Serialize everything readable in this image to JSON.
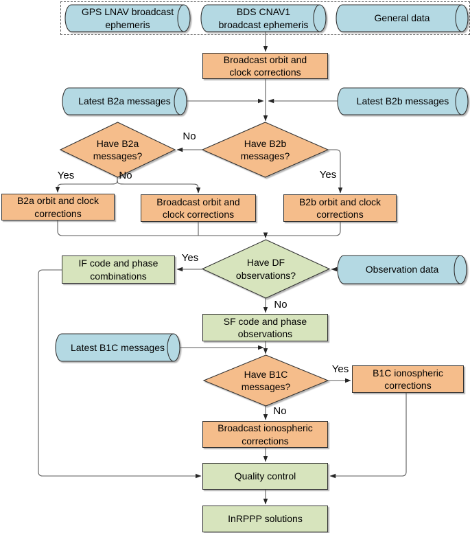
{
  "colors": {
    "data_cylinder_fill": "#b4d9e3",
    "process_fill": "#f5bd8b",
    "result_fill": "#d7e4bd",
    "connector_line": "#5a5a5a",
    "shape_border": "#333333"
  },
  "nodes": {
    "gps_lnav": "GPS LNAV broadcast\nephemeris",
    "bds_cnav1": "BDS CNAV1\nbroadcast ephemeris",
    "general_data": "General data",
    "broadcast_orbit_clock_top": "Broadcast orbit and\nclock corrections",
    "latest_b2a": "Latest B2a messages",
    "latest_b2b": "Latest B2b messages",
    "have_b2a": "Have B2a\nmessages?",
    "have_b2b": "Have B2b\nmessages?",
    "b2a_orbit_clock": "B2a orbit and clock\ncorrections",
    "broadcast_orbit_clock_mid": "Broadcast orbit and\nclock corrections",
    "b2b_orbit_clock": "B2b orbit and clock\ncorrections",
    "if_code_phase": "IF code and phase\ncombinations",
    "have_df": "Have DF\nobservations?",
    "observation_data": "Observation data",
    "sf_code_phase": "SF code and phase\nobservations",
    "latest_b1c": "Latest B1C messages",
    "have_b1c": "Have B1C\nmessages?",
    "b1c_iono": "B1C ionospheric\ncorrections",
    "broadcast_iono": "Broadcast ionospheric\ncorrections",
    "quality_control": "Quality control",
    "inrppp_solutions": "InRPPP solutions"
  },
  "edge_labels": {
    "b2b_no": "No",
    "b2a_yes": "Yes",
    "b2a_no": "No",
    "b2b_yes": "Yes",
    "df_yes": "Yes",
    "df_no": "No",
    "b1c_yes": "Yes",
    "b1c_no": "No"
  }
}
